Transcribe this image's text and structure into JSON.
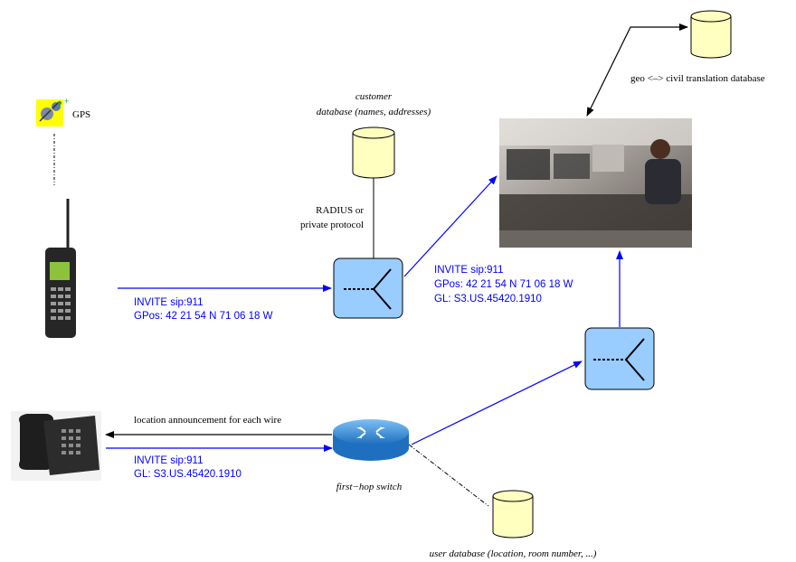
{
  "labels": {
    "gps": "GPS",
    "customer_db_line1": "customer",
    "customer_db_line2": "database (names, addresses)",
    "radius_line1": "RADIUS or",
    "radius_line2": "private protocol",
    "geo_civil_db": "geo <–> civil translation database",
    "location_announcement": "location announcement for each wire",
    "first_hop_switch": "first−hop switch",
    "user_db": "user database (location, room number, ...)"
  },
  "messages": {
    "mobile_invite": {
      "line1": "INVITE sip:911",
      "line2": "GPos: 42 21 54 N 71 06 18 W"
    },
    "proxy_to_psap": {
      "line1": "INVITE sip:911",
      "line2": "GPos: 42 21 54 N 71 06 18 W",
      "line3": "GL: S3.US.45420.1910"
    },
    "desk_invite": {
      "line1": "INVITE sip:911",
      "line2": "GL: S3.US.45420.1910"
    }
  },
  "colors": {
    "message_blue": "#0000ff",
    "proxy_fill": "#99ccff",
    "database_fill": "#ffffc0",
    "router_blue": "#3d8fd6"
  },
  "icons": {
    "gps": "gps-satellite-icon",
    "mobile": "mobile-phone-icon",
    "desk_phone": "desk-phone-icon",
    "router": "router-icon",
    "proxy": "sip-proxy-icon",
    "database": "database-cylinder-icon",
    "psap": "psap-call-center-photo"
  }
}
